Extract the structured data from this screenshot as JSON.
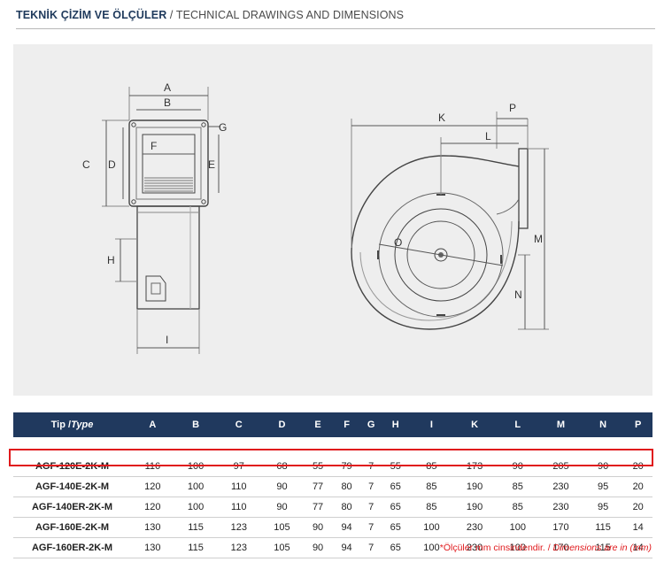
{
  "header": {
    "title_bold": "TEKNİK ÇİZİM VE ÖLÇÜLER",
    "title_rest": " / TECHNICAL DRAWINGS AND DIMENSIONS"
  },
  "drawing_labels": {
    "A": "A",
    "B": "B",
    "C": "C",
    "D": "D",
    "E": "E",
    "F": "F",
    "G": "G",
    "H": "H",
    "I": "I",
    "K": "K",
    "L": "L",
    "M": "M",
    "N": "N",
    "O": "O",
    "P": "P"
  },
  "table": {
    "type_header_a": "Tip /",
    "type_header_b": "Type",
    "columns": [
      "A",
      "B",
      "C",
      "D",
      "E",
      "F",
      "G",
      "H",
      "I",
      "K",
      "L",
      "M",
      "N",
      "P"
    ],
    "rows": [
      [
        "AGF-120E-2K-M",
        "116",
        "100",
        "97",
        "68",
        "55",
        "79",
        "7",
        "55",
        "85",
        "173",
        "90",
        "205",
        "90",
        "20"
      ],
      [
        "AGF-140E-2K-M",
        "120",
        "100",
        "110",
        "90",
        "77",
        "80",
        "7",
        "65",
        "85",
        "190",
        "85",
        "230",
        "95",
        "20"
      ],
      [
        "AGF-140ER-2K-M",
        "120",
        "100",
        "110",
        "90",
        "77",
        "80",
        "7",
        "65",
        "85",
        "190",
        "85",
        "230",
        "95",
        "20"
      ],
      [
        "AGF-160E-2K-M",
        "130",
        "115",
        "123",
        "105",
        "90",
        "94",
        "7",
        "65",
        "100",
        "230",
        "100",
        "170",
        "115",
        "14"
      ],
      [
        "AGF-160ER-2K-M",
        "130",
        "115",
        "123",
        "105",
        "90",
        "94",
        "7",
        "65",
        "100",
        "230",
        "100",
        "170",
        "115",
        "14"
      ]
    ],
    "highlighted_row": 0
  },
  "note": {
    "text_a": "*Ölçüler mm cinsindendir. / ",
    "text_b": "Dimensions are in (mm)"
  },
  "colors": {
    "header_bg": "#20395e",
    "highlight": "#e0191c",
    "drawing_bg": "#eeeeee"
  }
}
